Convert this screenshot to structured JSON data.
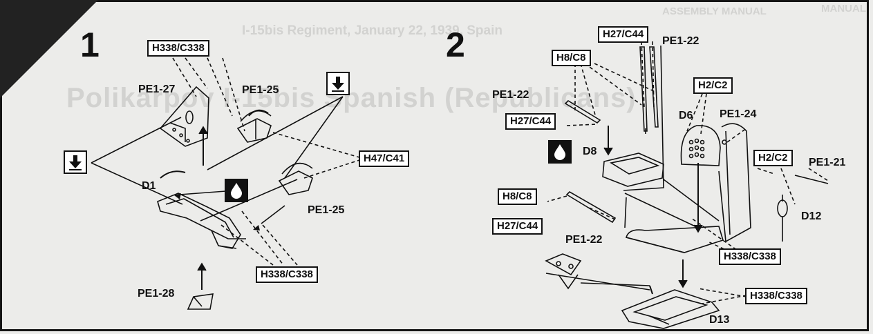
{
  "background": {
    "header_left": "ASSEMBLY MANUAL",
    "header_right": "MANUAL",
    "subtitle": "I-15bis Regiment, January 22, 1939, Spain",
    "title": "Polikarpov I-15bis Spanish (Republicans)"
  },
  "steps": [
    {
      "number": "1"
    },
    {
      "number": "2"
    }
  ],
  "parts": {
    "s1_pe127": "PE1-27",
    "s1_pe125a": "PE1-25",
    "s1_pe125b": "PE1-25",
    "s1_d1": "D1",
    "s1_pe128": "PE1-28",
    "s2_pe122a": "PE1-22",
    "s2_pe122b": "PE1-22",
    "s2_pe122c": "PE1-22",
    "s2_d6": "D6",
    "s2_pe124": "PE1-24",
    "s2_d8": "D8",
    "s2_pe121": "PE1-21",
    "s2_d12": "D12",
    "s2_d13": "D13"
  },
  "colors": {
    "s1_h338_top": "H338/C338",
    "s1_h47": "H47/C41",
    "s1_h338_bot": "H338/C338",
    "s2_h27_top": "H27/C44",
    "s2_h8_top": "H8/C8",
    "s2_h27_mid": "H27/C44",
    "s2_h2_top": "H2/C2",
    "s2_h2_mid": "H2/C2",
    "s2_h8_bot": "H8/C8",
    "s2_h27_bot": "H27/C44",
    "s2_h338_right": "H338/C338",
    "s2_h338_bot": "H338/C338"
  },
  "icons": [
    "arrow-down-icon",
    "drop-icon"
  ],
  "palette": {
    "ink": "#111111",
    "paper": "#ececea",
    "ghost": "#d2d2d0"
  }
}
